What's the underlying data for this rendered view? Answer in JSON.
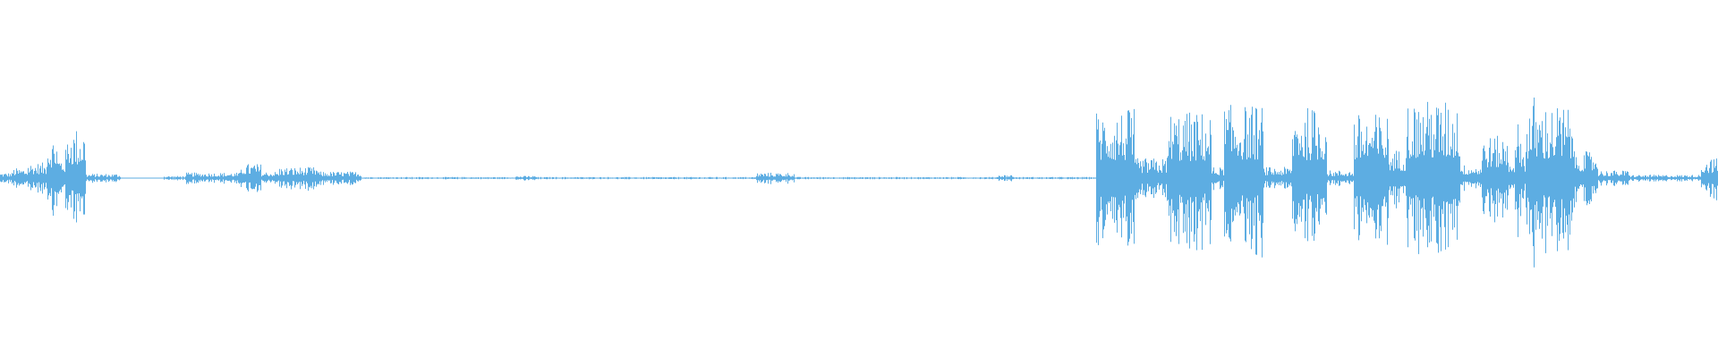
{
  "waveform": {
    "color": "#5dade2",
    "background": "#ffffff",
    "segments": [
      {
        "start": 0.0,
        "end": 0.007,
        "amp": 0.05
      },
      {
        "start": 0.007,
        "end": 0.016,
        "amp": 0.09
      },
      {
        "start": 0.016,
        "end": 0.027,
        "amp": 0.14
      },
      {
        "start": 0.027,
        "end": 0.033,
        "amp": 0.38
      },
      {
        "start": 0.033,
        "end": 0.04,
        "amp": 0.2
      },
      {
        "start": 0.04,
        "end": 0.05,
        "amp": 0.46
      },
      {
        "start": 0.05,
        "end": 0.07,
        "amp": 0.04
      },
      {
        "start": 0.07,
        "end": 0.095,
        "amp": 0.0
      },
      {
        "start": 0.095,
        "end": 0.108,
        "amp": 0.02
      },
      {
        "start": 0.108,
        "end": 0.14,
        "amp": 0.05
      },
      {
        "start": 0.14,
        "end": 0.152,
        "amp": 0.13
      },
      {
        "start": 0.152,
        "end": 0.162,
        "amp": 0.06
      },
      {
        "start": 0.162,
        "end": 0.185,
        "amp": 0.1
      },
      {
        "start": 0.185,
        "end": 0.21,
        "amp": 0.06
      },
      {
        "start": 0.21,
        "end": 0.3,
        "amp": 0.01
      },
      {
        "start": 0.3,
        "end": 0.312,
        "amp": 0.02
      },
      {
        "start": 0.312,
        "end": 0.44,
        "amp": 0.01
      },
      {
        "start": 0.44,
        "end": 0.462,
        "amp": 0.05
      },
      {
        "start": 0.462,
        "end": 0.58,
        "amp": 0.01
      },
      {
        "start": 0.58,
        "end": 0.59,
        "amp": 0.03
      },
      {
        "start": 0.59,
        "end": 0.638,
        "amp": 0.01
      },
      {
        "start": 0.638,
        "end": 0.66,
        "amp": 0.62
      },
      {
        "start": 0.66,
        "end": 0.68,
        "amp": 0.18
      },
      {
        "start": 0.68,
        "end": 0.705,
        "amp": 0.6
      },
      {
        "start": 0.705,
        "end": 0.712,
        "amp": 0.1
      },
      {
        "start": 0.712,
        "end": 0.735,
        "amp": 0.66
      },
      {
        "start": 0.735,
        "end": 0.752,
        "amp": 0.1
      },
      {
        "start": 0.752,
        "end": 0.772,
        "amp": 0.64
      },
      {
        "start": 0.772,
        "end": 0.788,
        "amp": 0.07
      },
      {
        "start": 0.788,
        "end": 0.808,
        "amp": 0.58
      },
      {
        "start": 0.808,
        "end": 0.818,
        "amp": 0.26
      },
      {
        "start": 0.818,
        "end": 0.85,
        "amp": 0.7
      },
      {
        "start": 0.85,
        "end": 0.862,
        "amp": 0.12
      },
      {
        "start": 0.862,
        "end": 0.878,
        "amp": 0.38
      },
      {
        "start": 0.878,
        "end": 0.888,
        "amp": 0.2
      },
      {
        "start": 0.888,
        "end": 0.916,
        "amp": 0.66
      },
      {
        "start": 0.916,
        "end": 0.93,
        "amp": 0.24
      },
      {
        "start": 0.93,
        "end": 0.948,
        "amp": 0.07
      },
      {
        "start": 0.948,
        "end": 0.99,
        "amp": 0.03
      },
      {
        "start": 0.99,
        "end": 1.0,
        "amp": 0.18
      }
    ],
    "peaks": [
      {
        "pos": 0.04,
        "amp": 0.5
      },
      {
        "pos": 0.148,
        "amp": 0.16
      },
      {
        "pos": 0.644,
        "amp": 0.74
      },
      {
        "pos": 0.682,
        "amp": 0.72
      },
      {
        "pos": 0.72,
        "amp": 0.74
      },
      {
        "pos": 0.756,
        "amp": 0.78
      },
      {
        "pos": 0.792,
        "amp": 0.66
      },
      {
        "pos": 0.832,
        "amp": 0.92
      },
      {
        "pos": 0.846,
        "amp": 0.74
      },
      {
        "pos": 0.884,
        "amp": 0.6
      },
      {
        "pos": 0.893,
        "amp": 0.84
      },
      {
        "pos": 0.907,
        "amp": 0.76
      },
      {
        "pos": 0.998,
        "amp": 0.22
      }
    ]
  }
}
